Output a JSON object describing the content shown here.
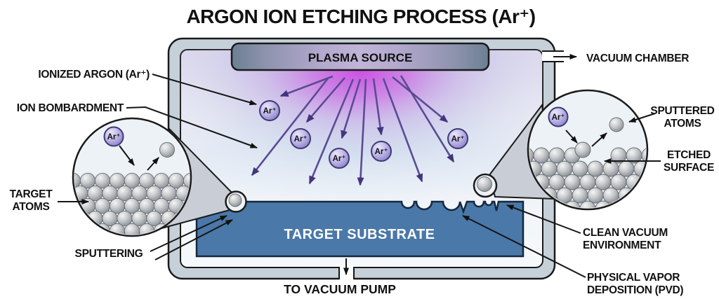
{
  "title": "ARGON ION ETCHING PROCESS (Ar⁺)",
  "chamber": {
    "plasma_source": "PLASMA SOURCE",
    "target_substrate": "TARGET SUBSTRATE",
    "ion_symbol": "Ar⁺"
  },
  "labels": {
    "ionized_argon": "IONIZED ARGON (Ar⁺)",
    "ion_bombardment": "ION BOMBARDMENT",
    "target_atoms": [
      "TARGET",
      "ATOMS"
    ],
    "sputtering": "SPUTTERING",
    "vacuum_chamber": "VACUUM CHAMBER",
    "sputtered_atoms": [
      "SPUTTERED",
      "ATOMS"
    ],
    "etched_surface": [
      "ETCHED",
      "SURFACE"
    ],
    "clean_vacuum_environment": [
      "CLEAN VACUUM",
      "ENVIRONMENT"
    ],
    "physical_vapor_deposition": [
      "PHYSICAL VAPOR",
      "DEPOSITION (PVD)"
    ],
    "to_vacuum_pump": "TO VACUUM PUMP"
  },
  "colors": {
    "plasma_glow": "#cb4ae2",
    "substrate_blue": "#4a78a8",
    "chamber_wall": "#c6d0d8",
    "ion_purple": "#8d82cb",
    "arrow_purple": "#5a4b94",
    "atom_gray": "#9aa0a5"
  }
}
